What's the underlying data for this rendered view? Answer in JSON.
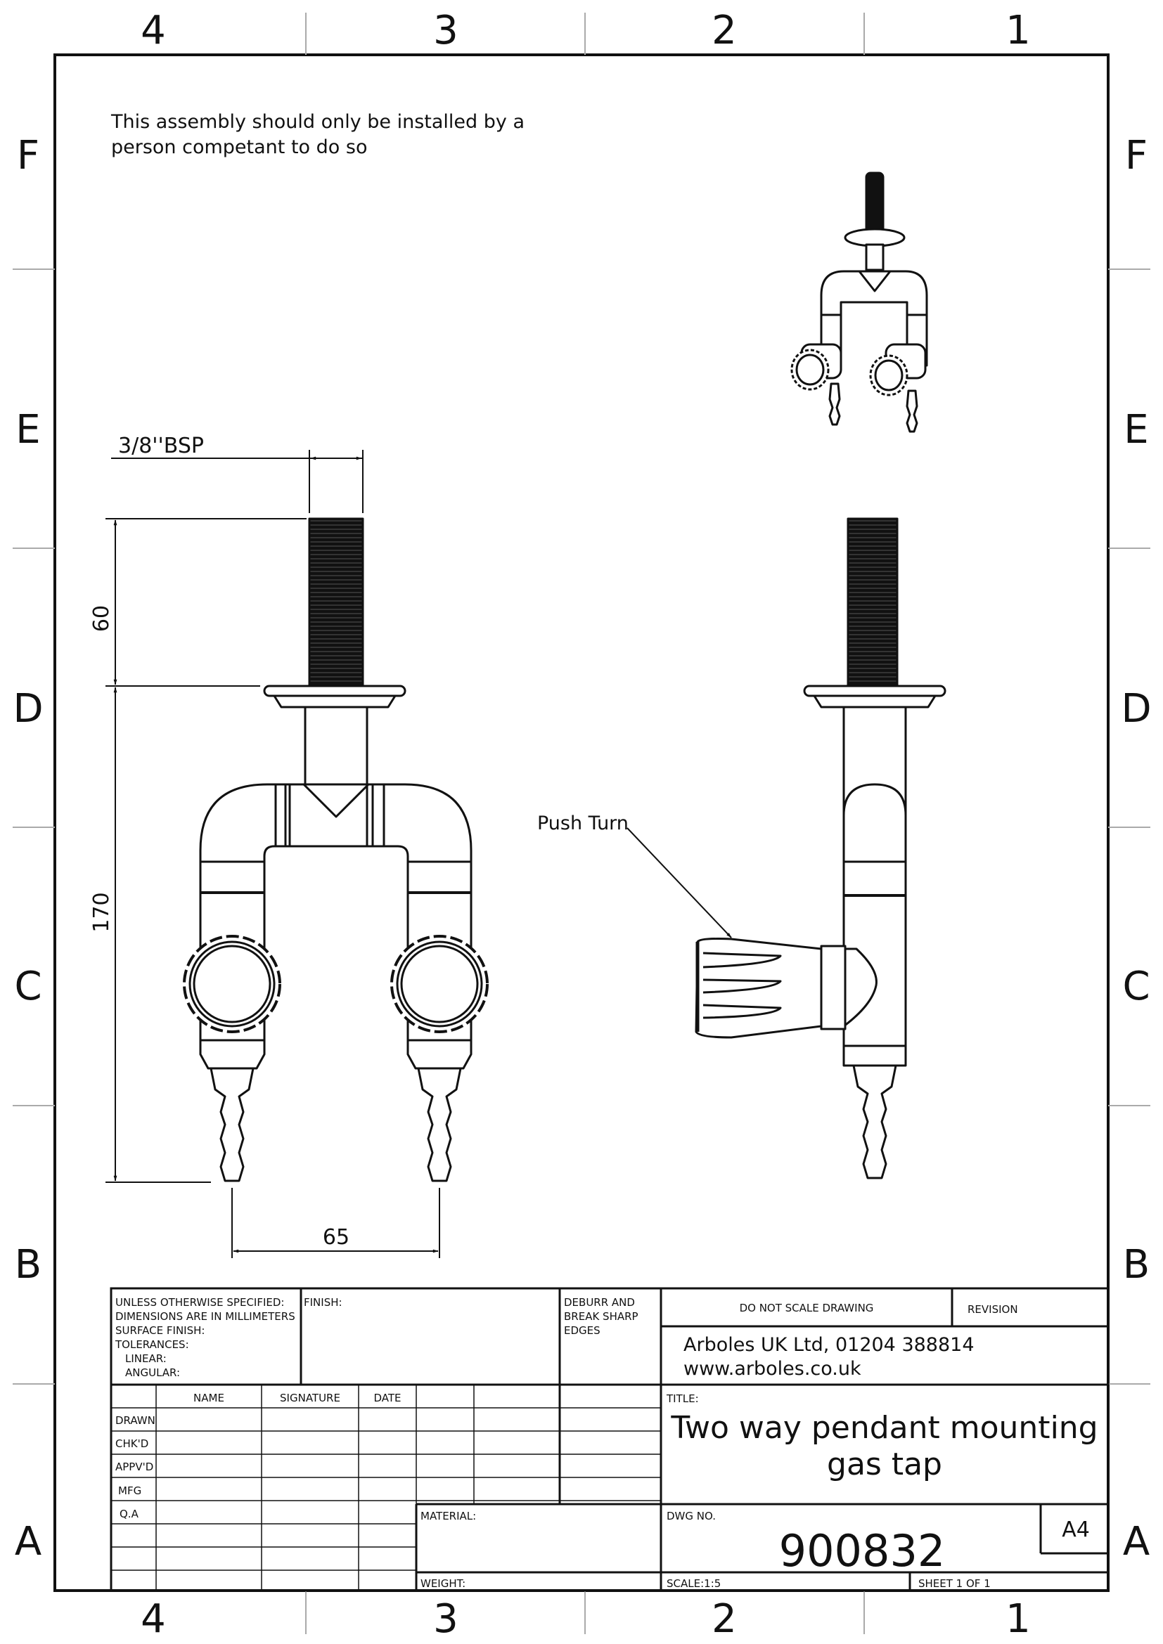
{
  "border": {
    "columns": [
      "4",
      "3",
      "2",
      "1"
    ],
    "rows": [
      "F",
      "E",
      "D",
      "C",
      "B",
      "A"
    ]
  },
  "note": {
    "line1": "This assembly should only be installed by a",
    "line2": "person competant to do so"
  },
  "dimensions": {
    "thread": "3/8''BSP",
    "height_upper": "60",
    "height_lower": "170",
    "width": "65"
  },
  "callout": {
    "push_turn": "Push Turn"
  },
  "title_block": {
    "unless_lines": [
      "UNLESS OTHERWISE SPECIFIED:",
      "DIMENSIONS ARE IN MILLIMETERS",
      "SURFACE FINISH:",
      "TOLERANCES:",
      "LINEAR:",
      "ANGULAR:"
    ],
    "finish_label": "FINISH:",
    "deburr_lines": [
      "DEBURR AND",
      "BREAK SHARP",
      "EDGES"
    ],
    "do_not_scale": "DO NOT SCALE DRAWING",
    "revision_label": "REVISION",
    "company_line1": "Arboles UK Ltd, 01204 388814",
    "company_line2": "www.arboles.co.uk",
    "table_headers": [
      "NAME",
      "SIGNATURE",
      "DATE"
    ],
    "row_labels": [
      "DRAWN",
      "CHK'D",
      "APPV'D",
      "MFG",
      "Q.A"
    ],
    "title_label": "TITLE:",
    "title_line1": "Two way pendant mounting",
    "title_line2": "gas tap",
    "material_label": "MATERIAL:",
    "weight_label": "WEIGHT:",
    "dwg_no_label": "DWG NO.",
    "dwg_no": "900832",
    "size": "A4",
    "scale": "SCALE:1:5",
    "sheet": "SHEET 1 OF 1"
  }
}
